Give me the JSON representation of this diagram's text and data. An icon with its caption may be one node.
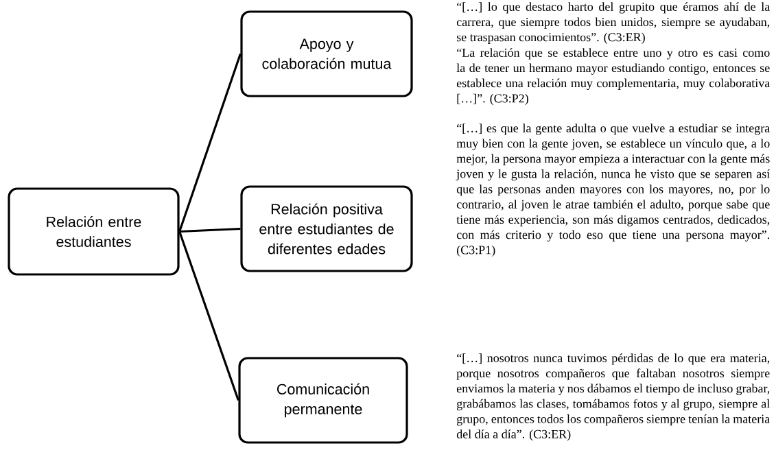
{
  "diagram": {
    "nodes": [
      {
        "text": [
          "Relación entre estudiantes"
        ]
      },
      {
        "text": [
          "Apoyo y colaboración mutua"
        ],
        "beside": [
          "“[…] lo que destaco harto del grupito que éramos ahí de la carrera, que siempre todos bien unidos, siempre se ayudaban, se traspasan conocimientos”. (C3:ER)",
          "“La relación que se establece entre uno y otro es casi como la de tener un hermano mayor estudiando contigo, entonces se establece una relación muy complementaria, muy colaborativa […]”. (C3:P2)"
        ]
      },
      {
        "text": [
          "Relación positiva entre estudiantes de diferentes edades"
        ],
        "beside": [
          "“[…] es que la gente adulta o que vuelve a estudiar se integra muy bien con la gente joven, se establece un vínculo que, a lo mejor, la persona mayor empieza a interactuar con la gente más joven y le gusta la relación, nunca he visto que se separen así que las personas anden mayores con los mayores, no, por lo contrario, al joven le atrae también el adulto, porque sabe que tiene más experiencia, son más digamos centrados, dedicados, con más criterio y todo eso que tiene una persona mayor”. (C3:P1)"
        ]
      },
      {
        "text": [
          "Comunicación permanente"
        ],
        "beside": [
          "“[…] nosotros nunca tuvimos pérdidas de lo que era materia, porque nosotros compañeros que faltaban nosotros siempre enviamos la materia y nos dábamos el tiempo de incluso grabar, grabábamos las clases, tomábamos fotos y al grupo, siempre al grupo, entonces todos los compañeros siempre tenían la materia del día a día”. (C3:ER)"
        ]
      }
    ],
    "edges": [
      {
        "from": 0,
        "to": 1,
        "arrow": "none"
      },
      {
        "from": 0,
        "to": 2,
        "arrow": "none"
      },
      {
        "from": 0,
        "to": 3,
        "arrow": "none"
      }
    ]
  }
}
